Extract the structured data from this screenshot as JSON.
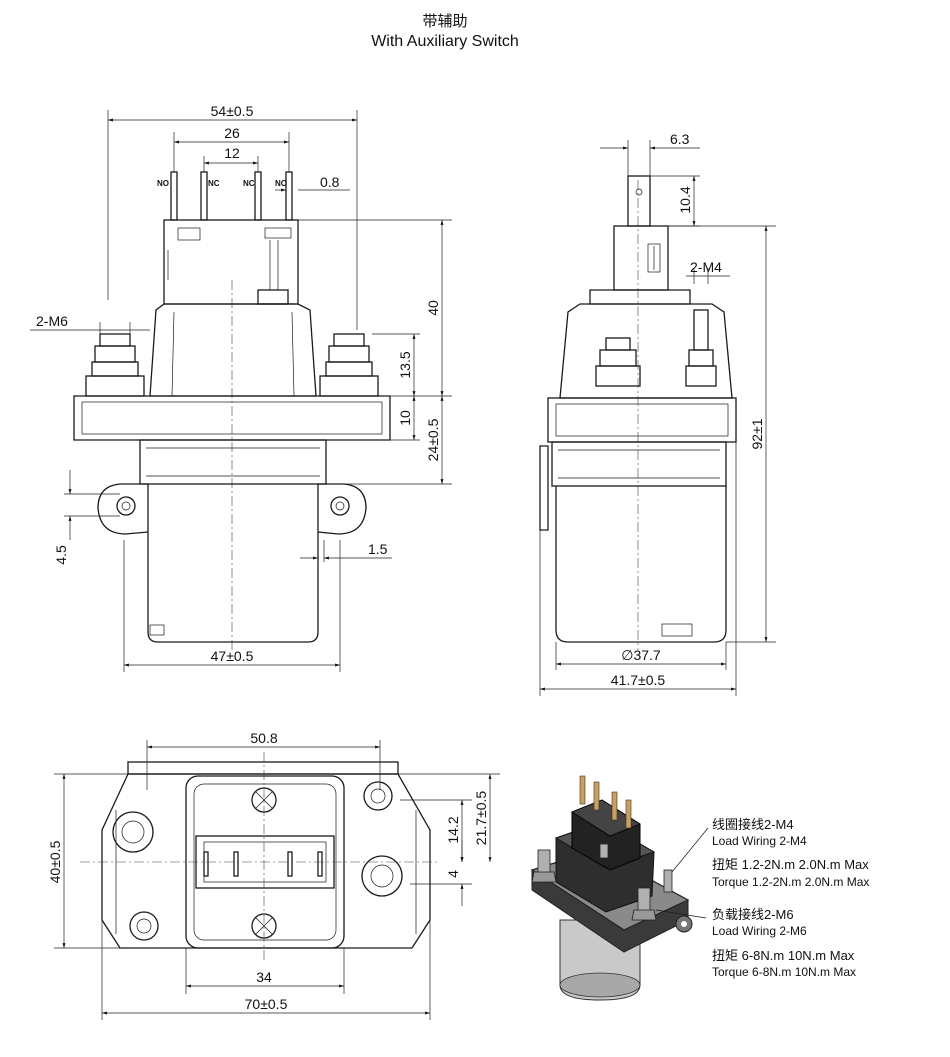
{
  "title": {
    "chinese": "带辅助",
    "english": "With Auxiliary Switch"
  },
  "front_view": {
    "dims": {
      "overall_width": "54±0.5",
      "aux_pin_span": "26",
      "aux_inner_span": "12",
      "pin_thickness": "0.8",
      "aux_height": "40",
      "terminal_height": "13.5",
      "flange_thickness": "10",
      "lower_height": "24±0.5",
      "main_terminal": "2-M6",
      "hole_offset": "4.5",
      "wall": "1.5",
      "body_width": "47±0.5"
    },
    "pin_labels": [
      "NO",
      "NC",
      "NC",
      "NO"
    ]
  },
  "side_view": {
    "dims": {
      "pin_width": "6.3",
      "pin_height": "10.4",
      "coil_terminal": "2-M4",
      "overall_height": "92±1",
      "body_diameter": "∅37.7",
      "overall_width": "41.7±0.5"
    }
  },
  "top_view": {
    "dims": {
      "hole_span": "50.8",
      "height": "40±0.5",
      "aux_offset_1": "21.7±0.5",
      "aux_offset_2": "14.2",
      "aux_offset_3": "4",
      "aux_width": "34",
      "overall_width": "70±0.5"
    }
  },
  "notes": {
    "coil_cn": "线圈接线2-M4",
    "coil_en": "Load Wiring 2-M4",
    "coil_torque_cn": "扭矩 1.2-2N.m  2.0N.m Max",
    "coil_torque_en": "Torque 1.2-2N.m  2.0N.m Max",
    "load_cn": "负载接线2-M6",
    "load_en": "Load Wiring 2-M6",
    "load_torque_cn": "扭矩 6-8N.m  10N.m Max",
    "load_torque_en": "Torque 6-8N.m  10N.m Max"
  }
}
